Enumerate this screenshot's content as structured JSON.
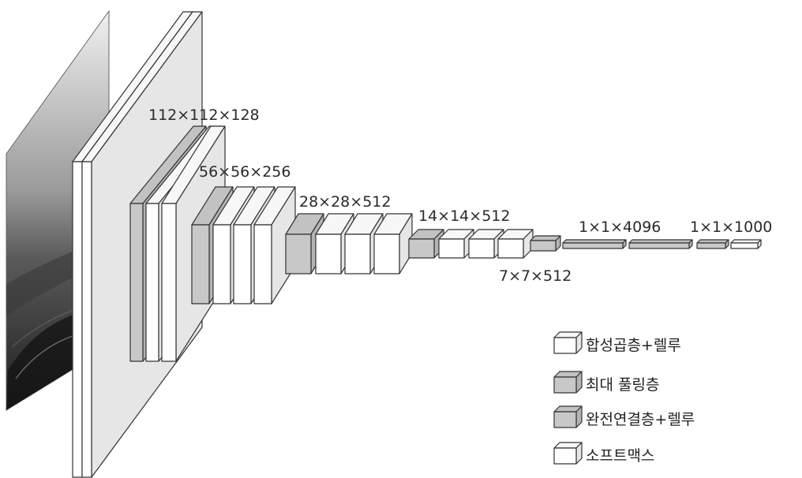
{
  "diagram": {
    "colors": {
      "conv_relu": "#ffffff",
      "max_pool": "#c8c8c8",
      "fc_relu": "#c8c8c8",
      "softmax": "#ffffff",
      "stroke": "#333333"
    },
    "dimension_labels": [
      "112×112×128",
      "56×56×256",
      "28×28×512",
      "14×14×512",
      "7×7×512",
      "1×1×4096",
      "1×1×1000"
    ],
    "legend": [
      {
        "key": "conv_relu",
        "label": "합성곱층+렐루"
      },
      {
        "key": "max_pool",
        "label": "최대 풀링층"
      },
      {
        "key": "fc_relu",
        "label": "완전연결층+렐루"
      },
      {
        "key": "softmax",
        "label": "소프트맥스"
      }
    ]
  }
}
